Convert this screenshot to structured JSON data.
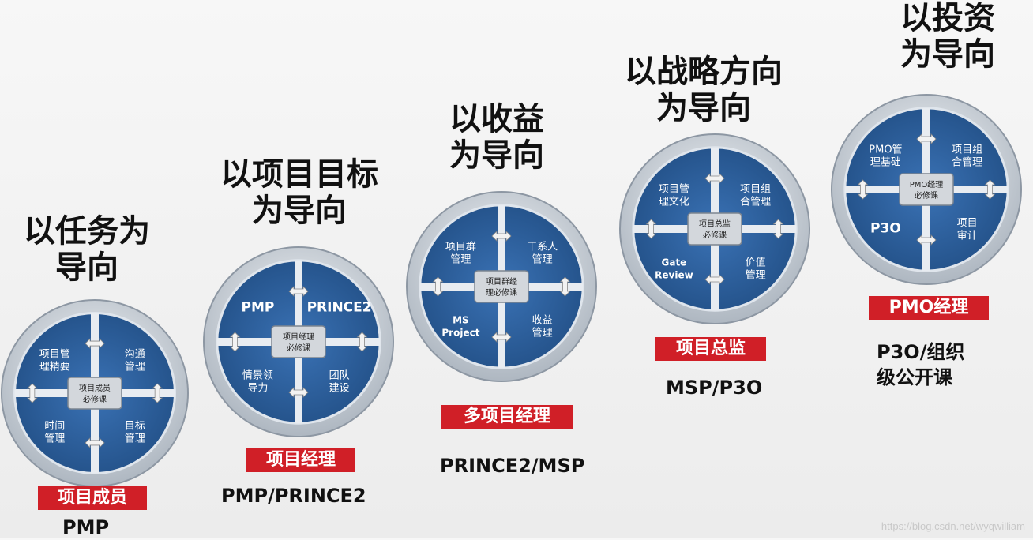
{
  "stages": [
    {
      "heading": [
        "以任务为",
        "导向"
      ],
      "center": [
        "项目成员",
        "必修课"
      ],
      "quadrants": [
        [
          "项目管",
          "理精要"
        ],
        [
          "沟通",
          "管理"
        ],
        [
          "时间",
          "管理"
        ],
        [
          "目标",
          "管理"
        ]
      ],
      "role": "项目成员",
      "cert": "PMP"
    },
    {
      "heading": [
        "以项目目标",
        "为导向"
      ],
      "center": [
        "项目经理",
        "必修课"
      ],
      "quadrants": [
        [
          "PMP"
        ],
        [
          "PRINCE2"
        ],
        [
          "情景领",
          "导力"
        ],
        [
          "团队",
          "建设"
        ]
      ],
      "role": "项目经理",
      "cert": "PMP/PRINCE2"
    },
    {
      "heading": [
        "以收益",
        "为导向"
      ],
      "center": [
        "项目群经",
        "理必修课"
      ],
      "quadrants": [
        [
          "项目群",
          "管理"
        ],
        [
          "干系人",
          "管理"
        ],
        [
          "MS",
          "Project"
        ],
        [
          "收益",
          "管理"
        ]
      ],
      "role": "多项目经理",
      "cert": "PRINCE2/MSP"
    },
    {
      "heading": [
        "以战略方向",
        "为导向"
      ],
      "center": [
        "项目总监",
        "必修课"
      ],
      "quadrants": [
        [
          "项目管",
          "理文化"
        ],
        [
          "项目组",
          "合管理"
        ],
        [
          "Gate",
          "Review"
        ],
        [
          "价值",
          "管理"
        ]
      ],
      "role": "项目总监",
      "cert": "MSP/P3O"
    },
    {
      "heading": [
        "以投资",
        "为导向"
      ],
      "center": [
        "PMO经理",
        "必修课"
      ],
      "quadrants": [
        [
          "PMO管",
          "理基础"
        ],
        [
          "项目组",
          "合管理"
        ],
        [
          "P3O"
        ],
        [
          "项目",
          "审计"
        ]
      ],
      "role": "PMO经理",
      "cert": "P3O/组织\n级公开课"
    }
  ],
  "watermark": "https://blog.csdn.net/wyqwilliam",
  "colors": {
    "quadrant": "#2b5d9a",
    "role_bg": "#d01f27",
    "ring": "#c4ccd5"
  }
}
